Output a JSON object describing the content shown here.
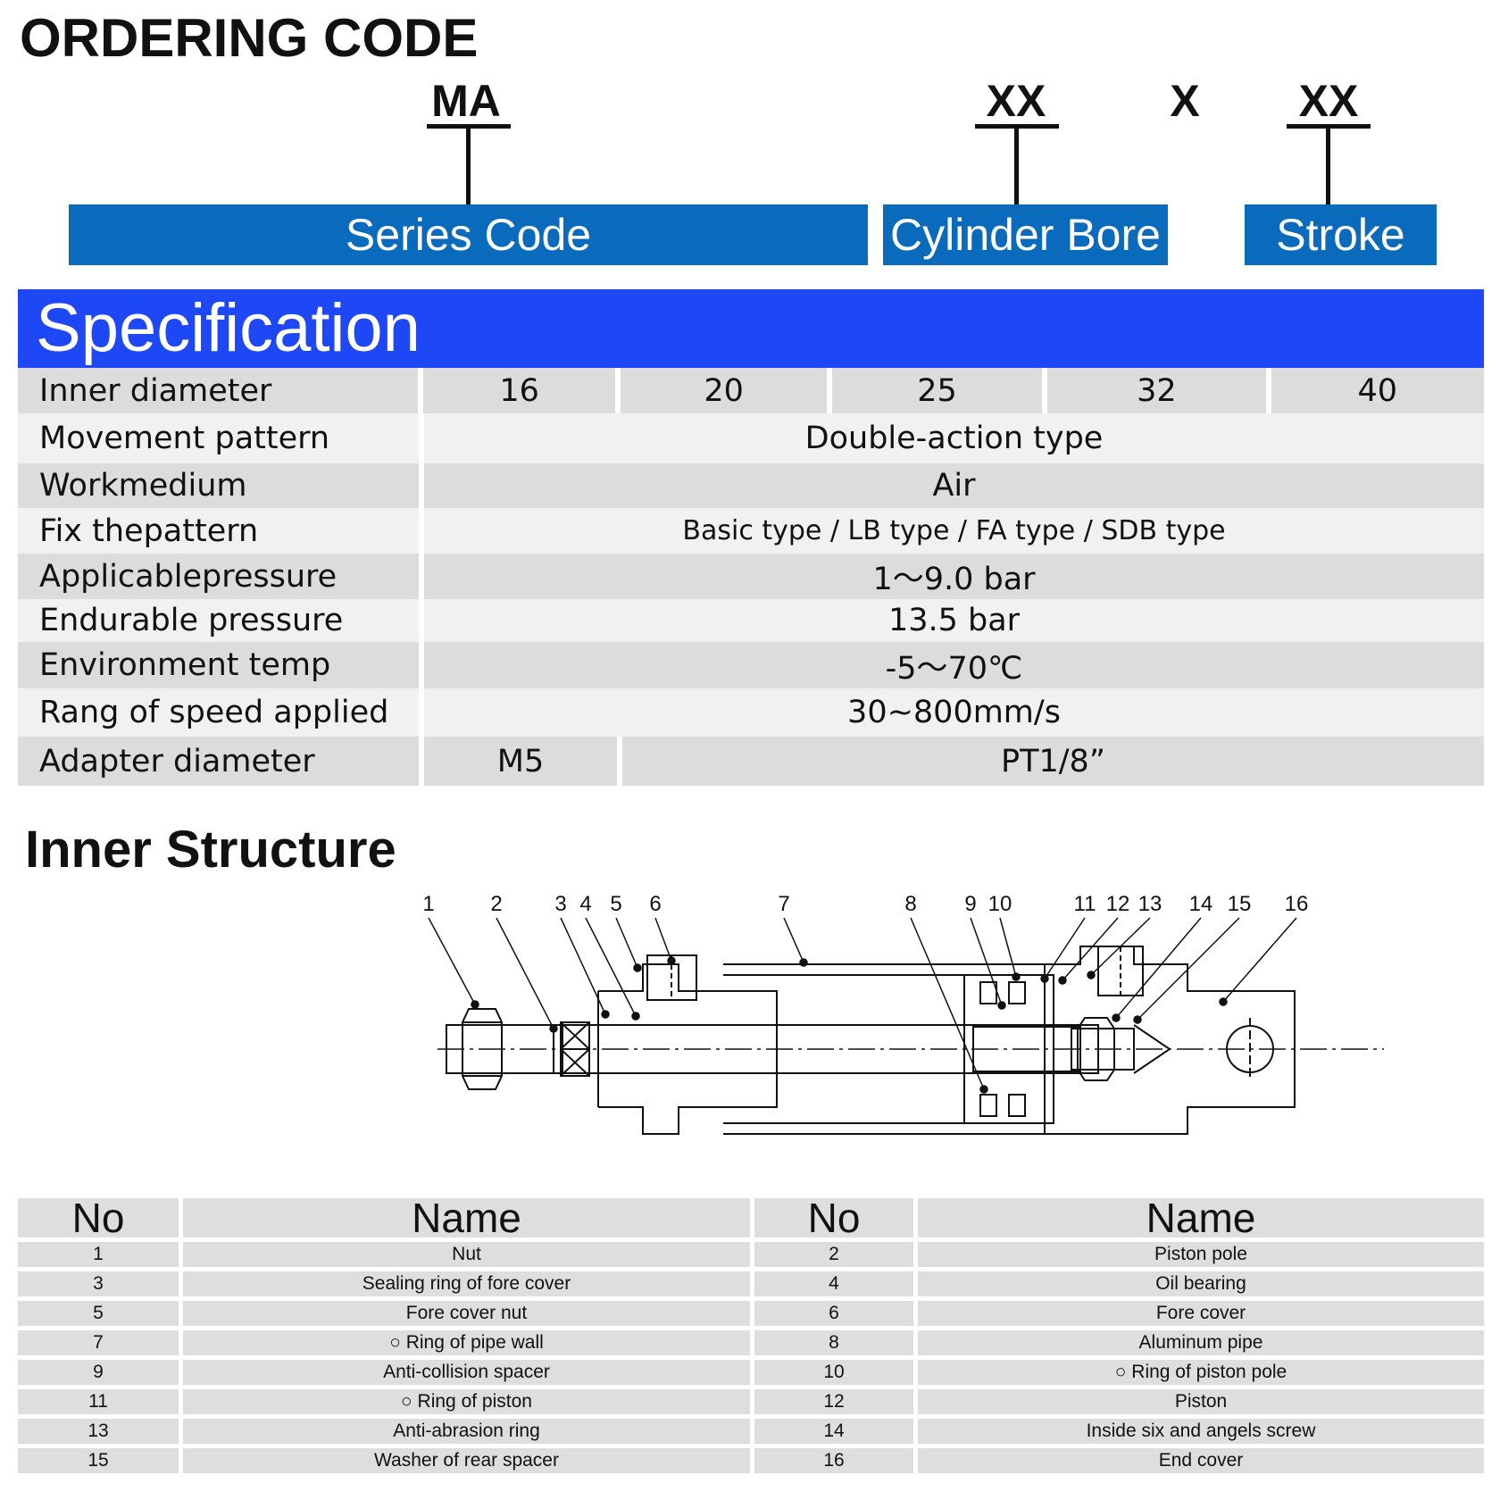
{
  "ordering": {
    "title": "ORDERING CODE",
    "codes": {
      "series": "MA",
      "bore": "XX",
      "times": "X",
      "stroke": "XX"
    },
    "labels": {
      "series": "Series Code",
      "bore": "Cylinder Bore",
      "stroke": "Stroke"
    },
    "colors": {
      "code_box": "#0a6bbd"
    }
  },
  "spec": {
    "title": "Specification",
    "banner_color": "#1e48f5",
    "rows": {
      "inner_diameter": {
        "label": "Inner diameter",
        "values": [
          "16",
          "20",
          "25",
          "32",
          "40"
        ]
      },
      "movement": {
        "label": "Movement pattern",
        "value": "Double-action type"
      },
      "workmedium": {
        "label": "Workmedium",
        "value": "Air"
      },
      "fix": {
        "label": "Fix thepattern",
        "value": "Basic type / LB type / FA type / SDB type"
      },
      "applicable_pressure": {
        "label": "Applicablepressure",
        "value": "1～9.0 bar"
      },
      "endurable_pressure": {
        "label": "Endurable pressure",
        "value": "13.5 bar"
      },
      "environment_temp": {
        "label": "Environment temp",
        "value": "-5～70℃"
      },
      "speed": {
        "label": "Rang of speed applied",
        "value": "30~800mm/s"
      },
      "adapter": {
        "label": "Adapter diameter",
        "value_small": "M5",
        "value_large": "PT1/8”"
      }
    }
  },
  "inner_structure": {
    "title": "Inner Structure",
    "callouts": [
      "1",
      "2",
      "3",
      "4",
      "5",
      "6",
      "7",
      "8",
      "9",
      "10",
      "11",
      "12",
      "13",
      "14",
      "15",
      "16"
    ]
  },
  "parts": {
    "headers": {
      "no": "No",
      "name": "Name",
      "no2": "No",
      "name2": "Name"
    },
    "rows": [
      {
        "no": "1",
        "name": "Nut",
        "no2": "2",
        "name2": "Piston pole"
      },
      {
        "no": "3",
        "name": "Sealing ring of fore cover",
        "no2": "4",
        "name2": "Oil bearing"
      },
      {
        "no": "5",
        "name": "Fore cover nut",
        "no2": "6",
        "name2": "Fore cover"
      },
      {
        "no": "7",
        "name": "○ Ring of pipe wall",
        "no2": "8",
        "name2": "Aluminum pipe"
      },
      {
        "no": "9",
        "name": "Anti-collision spacer",
        "no2": "10",
        "name2": "○ Ring of piston pole"
      },
      {
        "no": "11",
        "name": "○ Ring of piston",
        "no2": "12",
        "name2": "Piston"
      },
      {
        "no": "13",
        "name": "Anti-abrasion ring",
        "no2": "14",
        "name2": "Inside six and angels screw"
      },
      {
        "no": "15",
        "name": "Washer of rear spacer",
        "no2": "16",
        "name2": "End cover"
      }
    ]
  }
}
